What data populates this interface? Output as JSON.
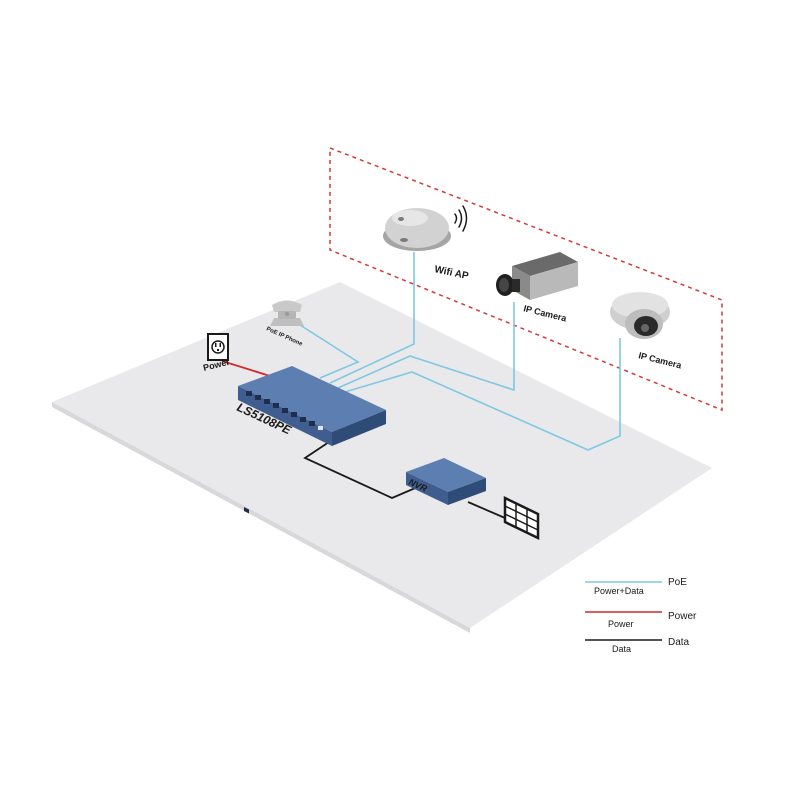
{
  "devices": {
    "switch": "LS5108PE",
    "nvr": "NVR",
    "power": "Power",
    "phone": "PoE IP Phone",
    "wifi_ap": "Wifi AP",
    "camera_1": "IP Camera",
    "camera_2": "IP Camera"
  },
  "legend": {
    "poe": {
      "title": "PoE",
      "subtitle": "Power+Data",
      "color": "#7ec8e3"
    },
    "power": {
      "title": "Power",
      "subtitle": "Power",
      "color": "#d42a2a"
    },
    "data": {
      "title": "Data",
      "subtitle": "Data",
      "color": "#1a1a1a"
    }
  },
  "colors": {
    "floor": "#e9e9eb",
    "switch_blue": "#4a6a9c",
    "dashed_border": "#d23a3a"
  }
}
